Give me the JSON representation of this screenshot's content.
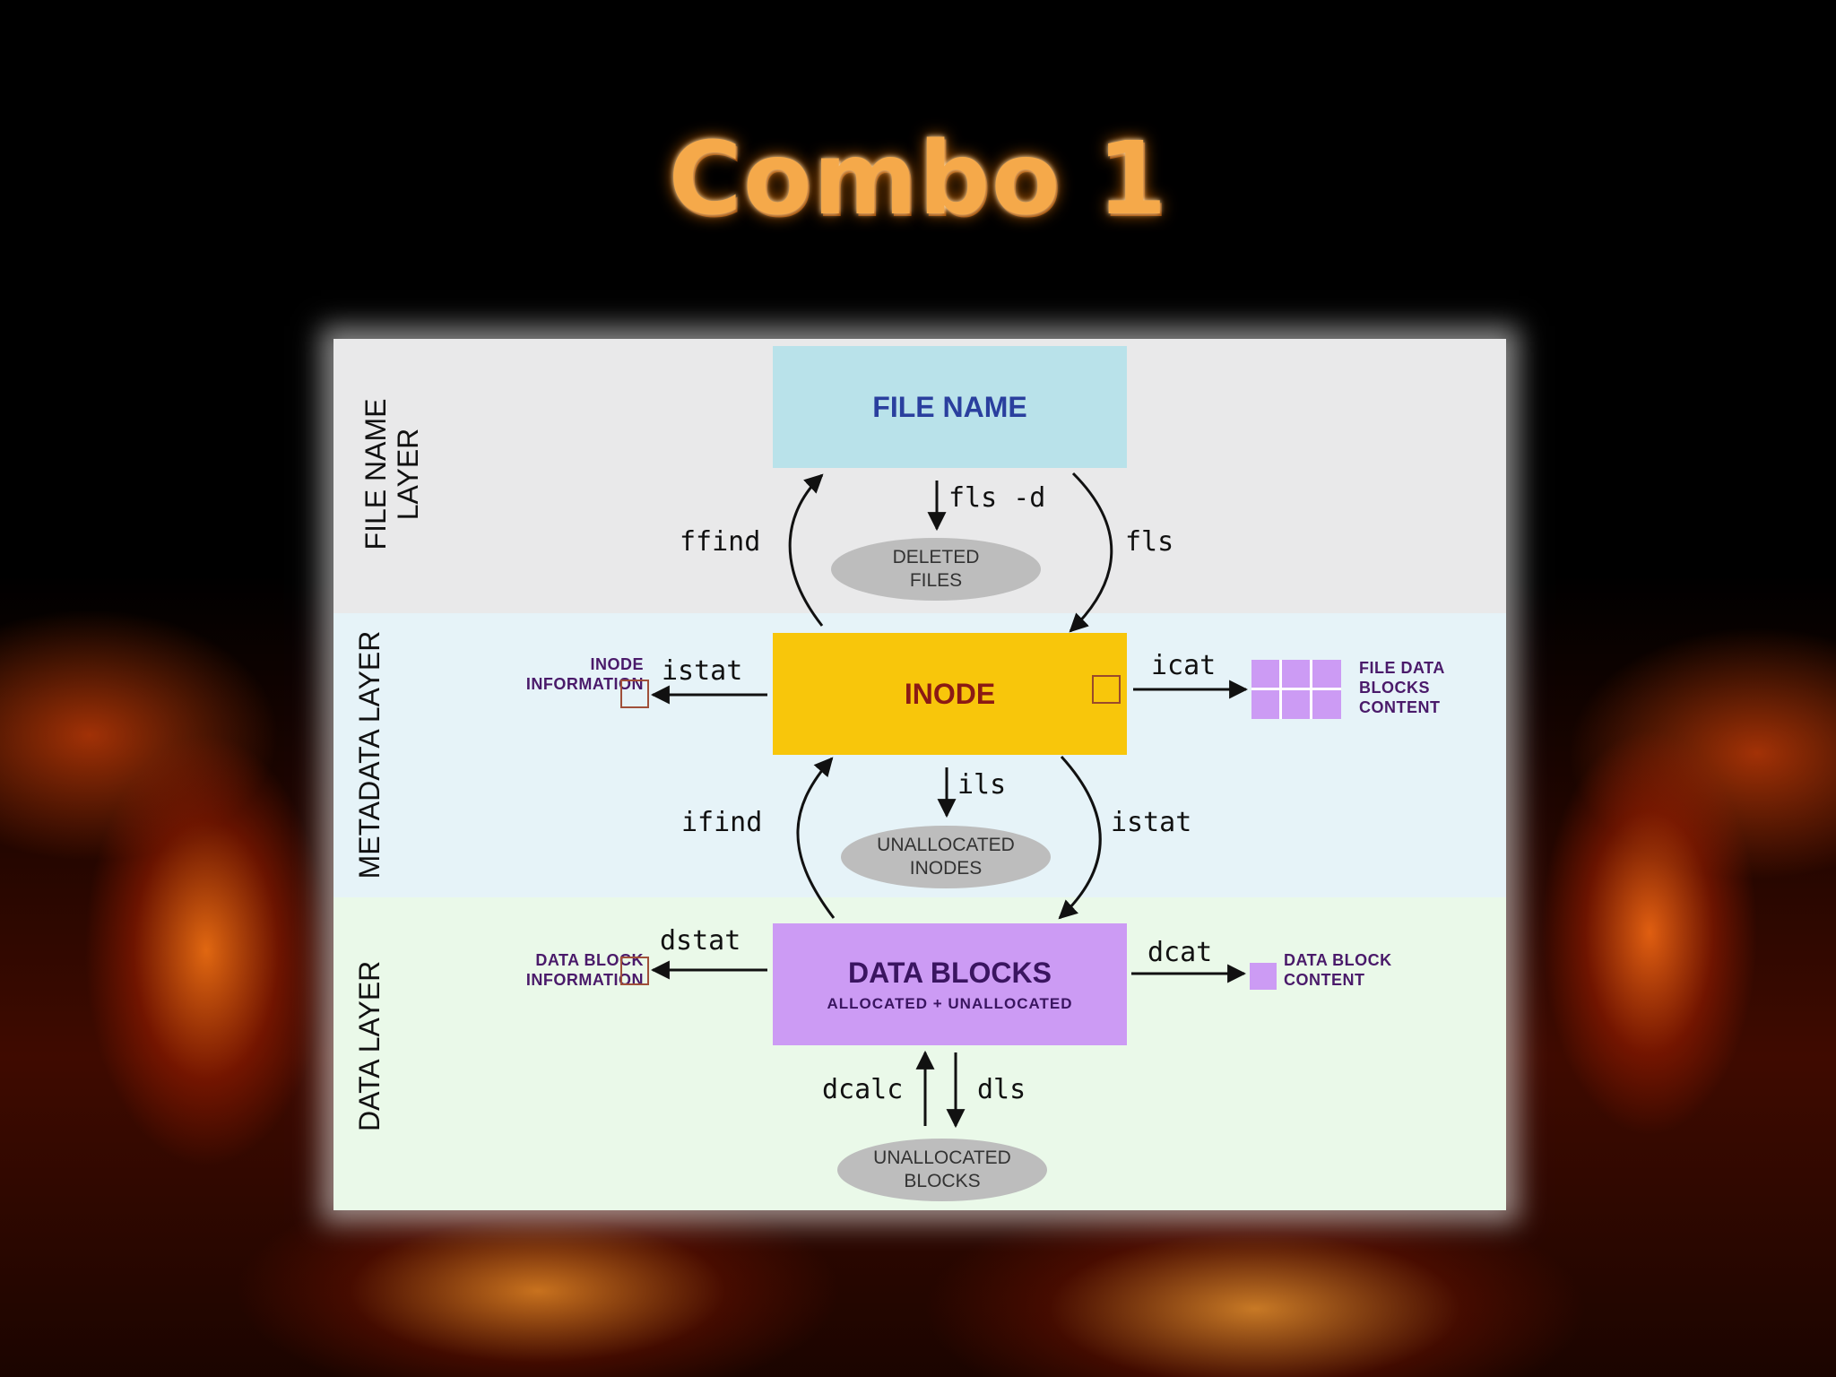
{
  "title": "Combo 1",
  "layers": {
    "file_name": "FILE NAME LAYER",
    "file_name_line1": "FILE NAME",
    "file_name_line2": "LAYER",
    "metadata": "METADATA LAYER",
    "data": "DATA LAYER"
  },
  "boxes": {
    "file_name": "FILE NAME",
    "inode": "INODE",
    "data_blocks": "DATA BLOCKS",
    "data_blocks_sub": "ALLOCATED + UNALLOCATED"
  },
  "ellipses": {
    "deleted_files_1": "DELETED",
    "deleted_files_2": "FILES",
    "unalloc_inodes_1": "UNALLOCATED",
    "unalloc_inodes_2": "INODES",
    "unalloc_blocks_1": "UNALLOCATED",
    "unalloc_blocks_2": "BLOCKS"
  },
  "commands": {
    "fls_d": "fls -d",
    "ffind": "ffind",
    "fls": "fls",
    "istat_left": "istat",
    "icat": "icat",
    "ils": "ils",
    "ifind": "ifind",
    "istat_right": "istat",
    "dstat": "dstat",
    "dcat": "dcat",
    "dcalc": "dcalc",
    "dls": "dls"
  },
  "info": {
    "inode_info_1": "INODE",
    "inode_info_2": "INFORMATION",
    "file_data_1": "FILE DATA",
    "file_data_2": "BLOCKS",
    "file_data_3": "CONTENT",
    "data_block_info_1": "DATA BLOCK",
    "data_block_info_2": "INFORMATION",
    "data_block_content_1": "DATA BLOCK",
    "data_block_content_2": "CONTENT"
  },
  "colors": {
    "file_name_box": "#b9e2ea",
    "inode_box": "#f8c60b",
    "data_blocks_box": "#cc9bf4",
    "title": "#f5a94a"
  }
}
